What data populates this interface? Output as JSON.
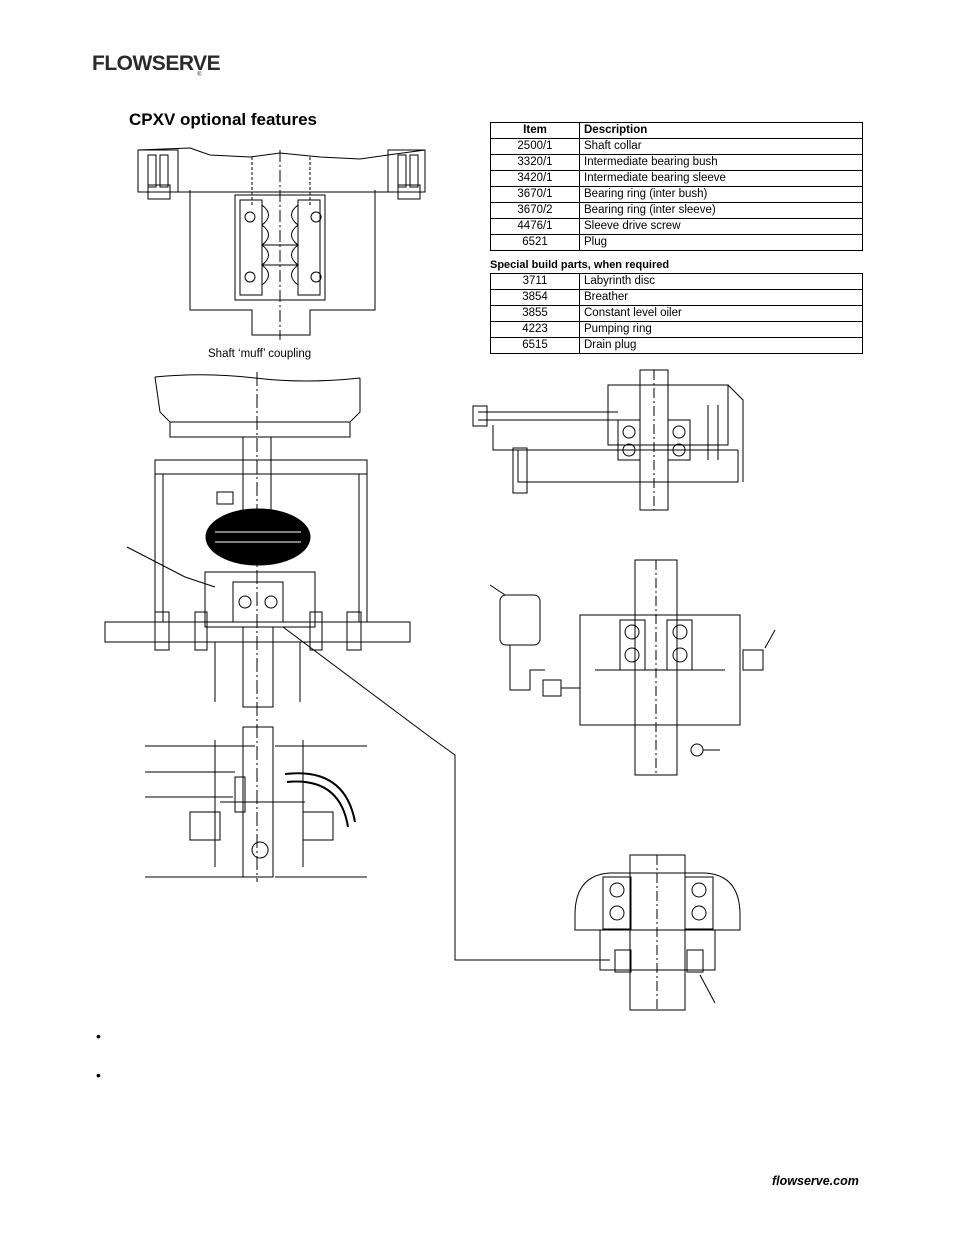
{
  "header": {
    "logo_text": "FLOWSERVE",
    "logo_mark": "®"
  },
  "page": {
    "title": "CPXV optional features"
  },
  "parts_table": {
    "headers": {
      "item": "Item",
      "description": "Description"
    },
    "rows": [
      {
        "item": "2500/1",
        "description": "Shaft collar"
      },
      {
        "item": "3320/1",
        "description": "Intermediate bearing bush"
      },
      {
        "item": "3420/1",
        "description": "Intermediate bearing sleeve"
      },
      {
        "item": "3670/1",
        "description": "Bearing ring (inter bush)"
      },
      {
        "item": "3670/2",
        "description": "Bearing ring (inter sleeve)"
      },
      {
        "item": "4476/1",
        "description": "Sleeve drive screw"
      },
      {
        "item": "6521",
        "description": "Plug"
      }
    ]
  },
  "special_parts": {
    "heading": "Special build parts, when required",
    "rows": [
      {
        "item": "3711",
        "description": "Labyrinth disc"
      },
      {
        "item": "3854",
        "description": "Breather"
      },
      {
        "item": "3855",
        "description": "Constant level oiler"
      },
      {
        "item": "4223",
        "description": "Pumping ring"
      },
      {
        "item": "6515",
        "description": "Drain plug"
      }
    ]
  },
  "figures": {
    "muff_caption": "Shaft ‘muff’ coupling"
  },
  "bullets": [
    "•",
    "•"
  ],
  "footer": {
    "url": "flowserve.com"
  }
}
